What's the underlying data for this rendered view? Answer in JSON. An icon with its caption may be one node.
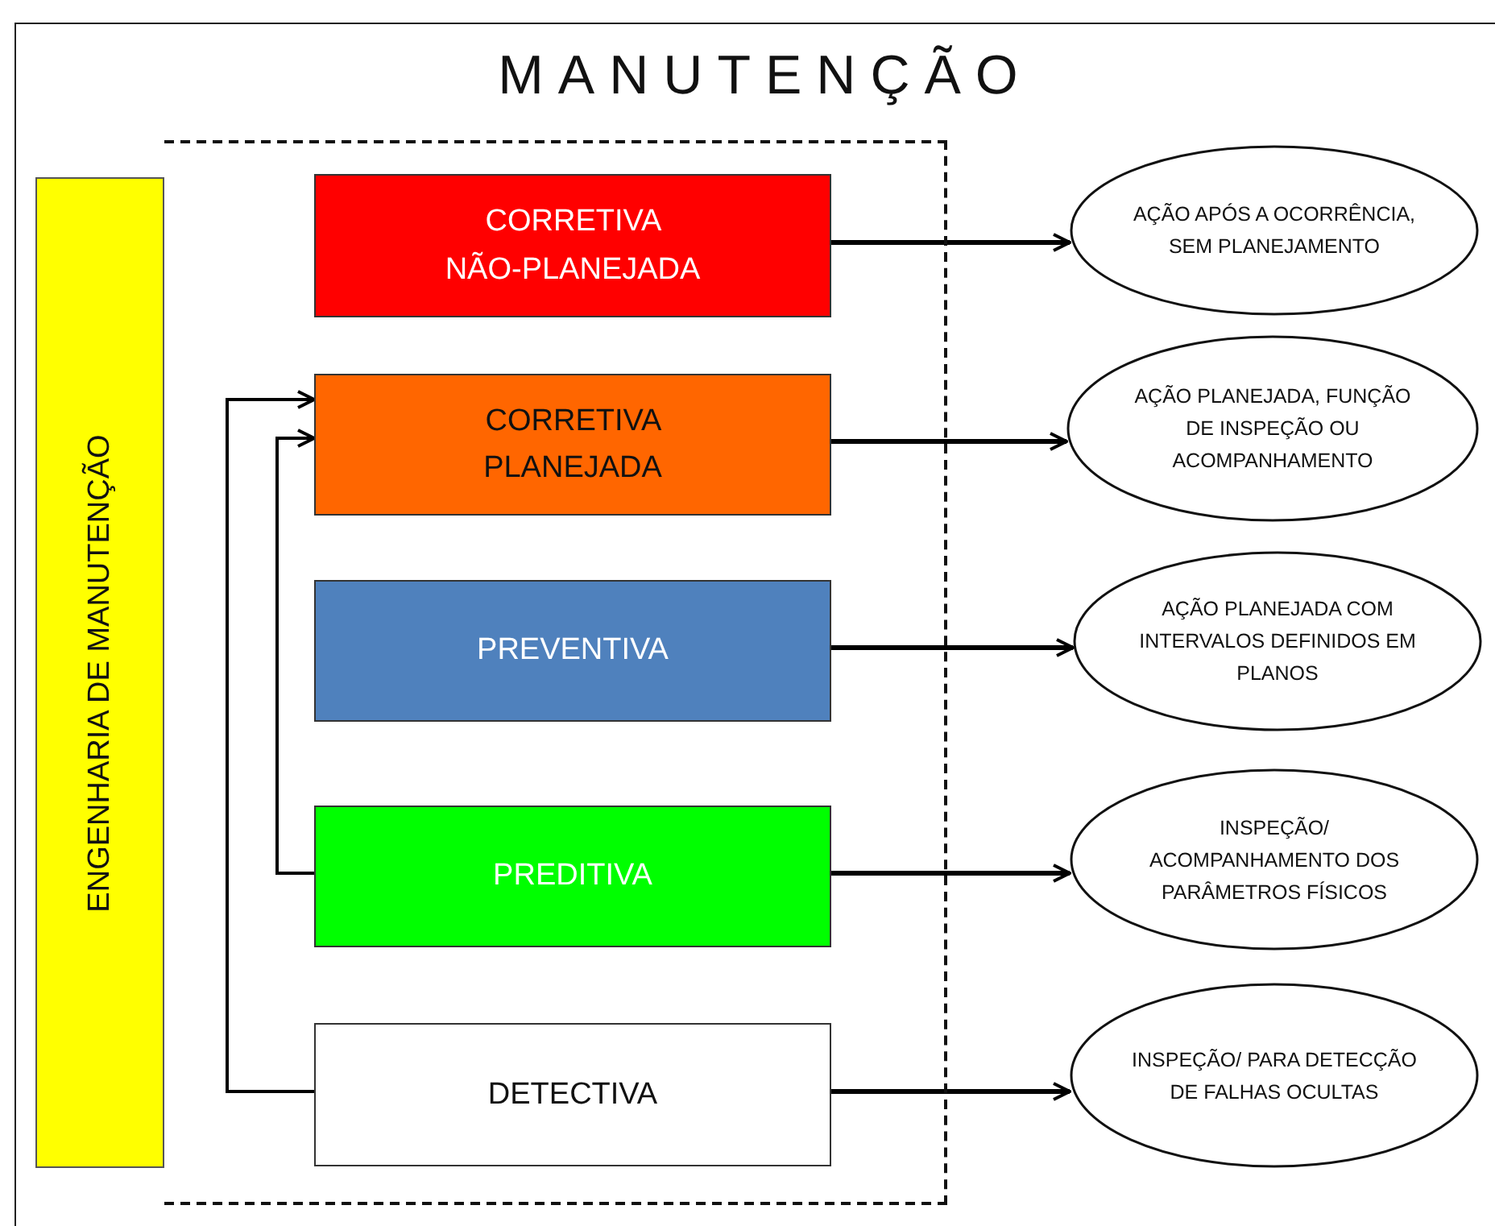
{
  "diagram": {
    "title": "MANUTENÇÃO",
    "nodes": [
      {
        "text": [
          "ENGENHARIA DE MANUTENÇÃO"
        ]
      },
      {
        "text": [],
        "shape": "box"
      },
      {
        "text": [
          "CORRETIVA NÃO-PLANEJADA"
        ],
        "in": 1
      },
      {
        "text": [
          "CORRETIVA PLANEJADA"
        ],
        "in": 1
      },
      {
        "text": [
          "PREVENTIVA"
        ],
        "in": 1
      },
      {
        "text": [
          "PREDITIVA"
        ],
        "in": 1
      },
      {
        "text": [
          "DETECTIVA"
        ],
        "in": 1
      },
      {
        "text": [
          "AÇÃO APÓS A OCORRÊNCIA, SEM PLANEJAMENTO"
        ]
      },
      {
        "text": [
          "AÇÃO PLANEJADA, FUNÇÃO DE INSPEÇÃO OU ACOMPANHAMENTO"
        ]
      },
      {
        "text": [
          "AÇÃO PLANEJADA COM INTERVALOS DEFINIDOS EM PLANOS"
        ]
      },
      {
        "text": [
          "INSPEÇÃO/ ACOMPANHAMENTO DOS PARÂMETROS FÍSICOS"
        ]
      },
      {
        "text": [
          "INSPEÇÃO/ PARA DETECÇÃO DE FALHAS OCULTAS"
        ]
      }
    ],
    "edges": [
      {
        "from": 2,
        "to": 7,
        "arrow": "to"
      },
      {
        "from": 3,
        "to": 8,
        "arrow": "to"
      },
      {
        "from": 4,
        "to": 9,
        "arrow": "to"
      },
      {
        "from": 5,
        "to": 10,
        "arrow": "to"
      },
      {
        "from": 6,
        "to": 11,
        "arrow": "to"
      },
      {
        "from": 6,
        "to": 3,
        "arrow": "to"
      },
      {
        "from": 5,
        "to": 3,
        "arrow": "to"
      }
    ]
  }
}
